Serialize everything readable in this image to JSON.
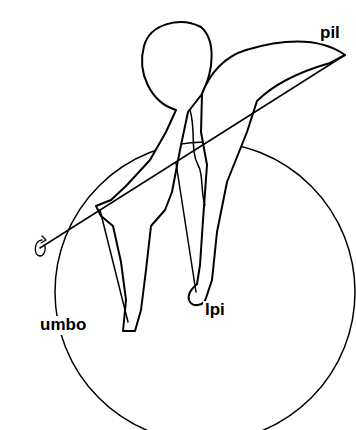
{
  "diagram": {
    "labels": [
      "pil",
      "lpi",
      "umbo"
    ]
  }
}
